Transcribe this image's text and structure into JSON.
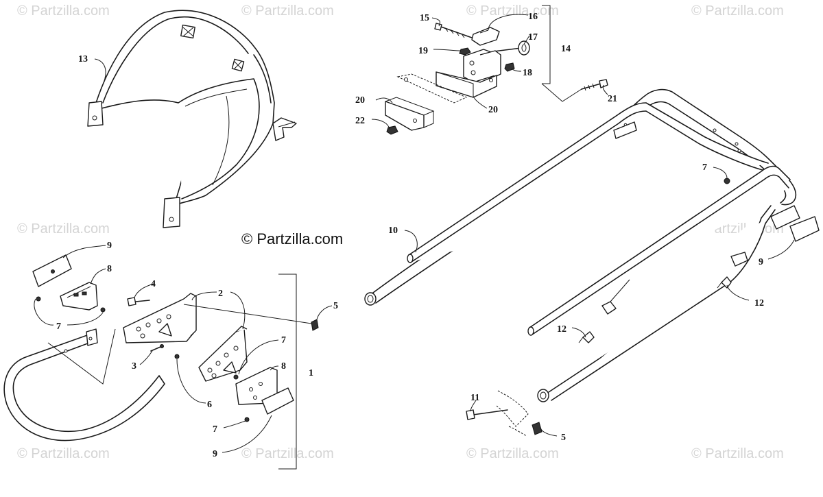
{
  "watermark": {
    "text": "© Partzilla.com",
    "color": "#d4d4d4"
  },
  "center_brand": "© Partzilla.com",
  "callouts": {
    "c1": "1",
    "c2": "2",
    "c3": "3",
    "c4": "4",
    "c5a": "5",
    "c5b": "5",
    "c6": "6",
    "c7a": "7",
    "c7b": "7",
    "c7c": "7",
    "c7d": "7",
    "c8a": "8",
    "c8b": "8",
    "c9a": "9",
    "c9b": "9",
    "c9c": "9",
    "c10": "10",
    "c11": "11",
    "c12a": "12",
    "c12b": "12",
    "c13": "13",
    "c14": "14",
    "c15": "15",
    "c16": "16",
    "c17": "17",
    "c18": "18",
    "c19": "19",
    "c20a": "20",
    "c20b": "20",
    "c21": "21",
    "c22": "22"
  },
  "line_color": "#1a1a1a"
}
